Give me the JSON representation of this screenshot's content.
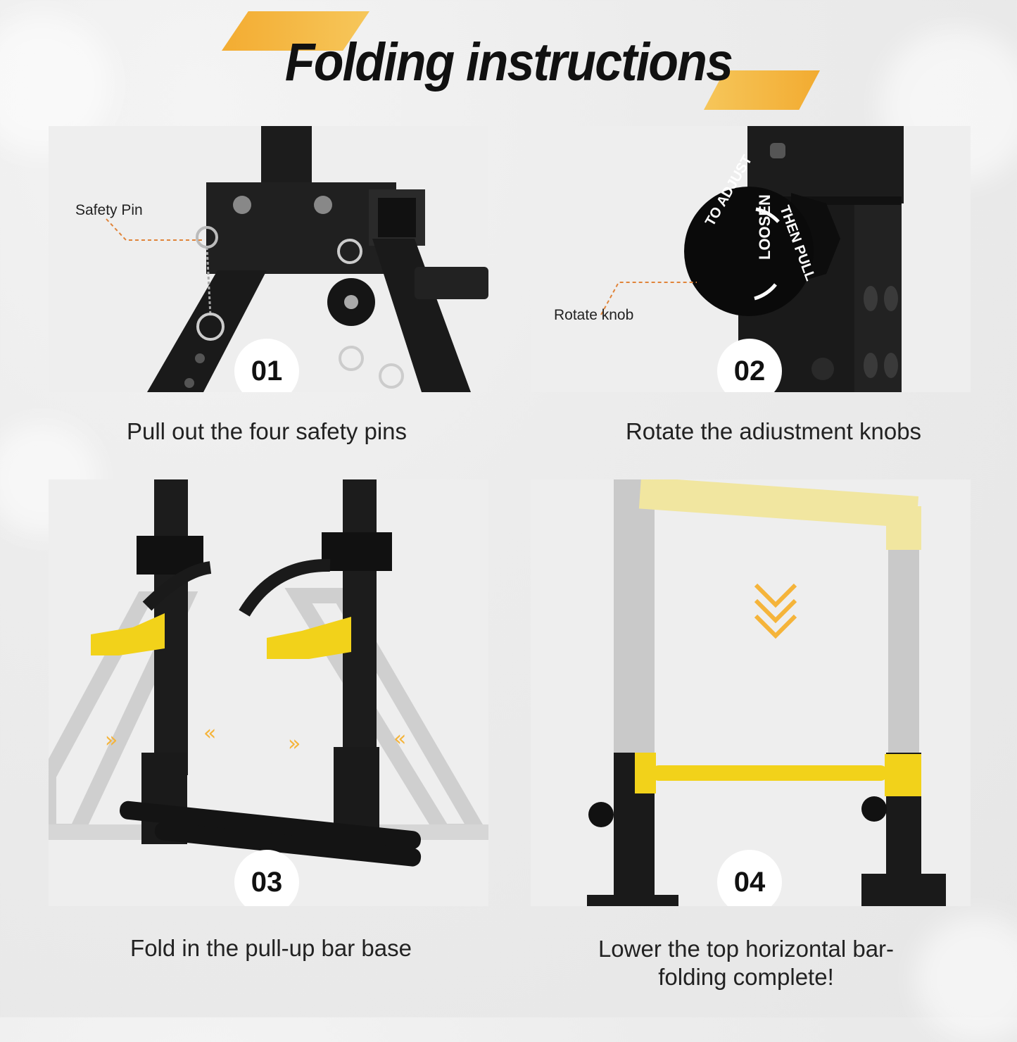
{
  "title": "Folding instructions",
  "steps": [
    {
      "number": "01",
      "caption": "Pull out the four safety pins",
      "callout": "Safety Pin"
    },
    {
      "number": "02",
      "caption": "Rotate the adiustment knobs",
      "callout": "Rotate knob",
      "knob_text": {
        "outer_left": "TO ADJUST",
        "center": "LOOSEN",
        "outer_right": "THEN PULL"
      }
    },
    {
      "number": "03",
      "caption": "Fold in the pull-up bar base"
    },
    {
      "number": "04",
      "caption_line1": "Lower the top horizontal bar-",
      "caption_line2": "folding complete!"
    }
  ],
  "colors": {
    "accent": "#f3a41c",
    "frame": "#1a1a1a",
    "yellow": "#f2d21a",
    "callout_line": "#e0843a"
  }
}
